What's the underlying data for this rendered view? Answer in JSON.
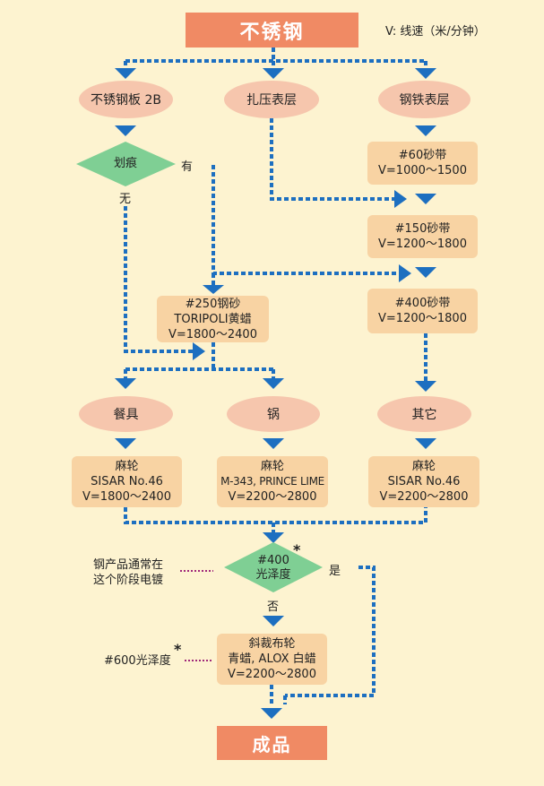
{
  "title": "不锈钢",
  "legend": "V: 线速（米/分钟）",
  "top_branches": [
    "不锈钢板 2B",
    "扎压表层",
    "钢铁表层"
  ],
  "decision_scratch": {
    "label": "划痕",
    "yes": "有",
    "no": "无"
  },
  "belt_60": {
    "line1": "#60砂带",
    "line2": "V=1000～1500"
  },
  "belt_150": {
    "line1": "#150砂带",
    "line2": "V=1200～1800"
  },
  "belt_400": {
    "line1": "#400砂带",
    "line2": "V=1200～1800"
  },
  "steel_sand": {
    "line1": "#250钢砂",
    "line2": "TORIPOLI黄蜡",
    "line3": "V=1800～2400"
  },
  "middle_branches": [
    "餐具",
    "锅",
    "其它"
  ],
  "wheel_tableware": {
    "line1": "麻轮",
    "line2": "SISAR No.46",
    "line3": "V=1800～2400"
  },
  "wheel_pot": {
    "line1": "麻轮",
    "line2": "M-343, PRINCE LIME",
    "line3": "V=2200～2800"
  },
  "wheel_other": {
    "line1": "麻轮",
    "line2": "SISAR No.46",
    "line3": "V=2200～2800"
  },
  "decision_gloss": {
    "line1": "#400",
    "line2": "光泽度",
    "yes": "是",
    "no": "否",
    "star": "*"
  },
  "note_plating": {
    "line1": "钢产品通常在",
    "line2": "这个阶段电镀"
  },
  "bias_wheel": {
    "line1": "斜裁布轮",
    "line2": "青蜡, ALOX 白蜡",
    "line3": "V=2200～2800"
  },
  "note_600": {
    "text": "#600光泽度",
    "star": "*"
  },
  "final": "成品",
  "colors": {
    "background": "#fdf3d0",
    "title": "#f08a64",
    "oval": "#f6c6ad",
    "rect": "#f8d3a3",
    "diamond": "#7fcf94",
    "arrow": "#1d6fc0",
    "note_dots": "#a0287a"
  }
}
